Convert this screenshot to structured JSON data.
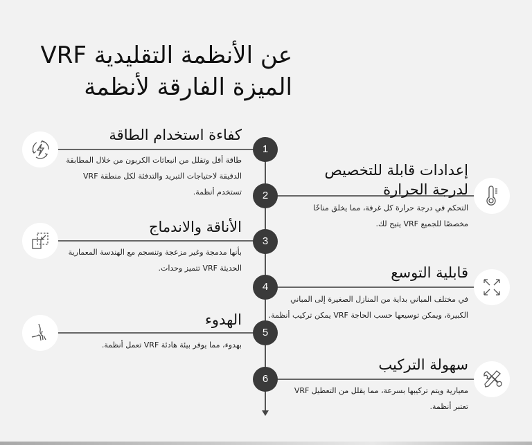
{
  "title": {
    "line1": "عن الأنظمة التقليدية VRF",
    "line2": "الميزة الفارقة لأنظمة"
  },
  "features": [
    {
      "number": "1",
      "side": "left",
      "icon": "energy-cycle-icon",
      "heading": "كفاءة استخدام الطاقة",
      "body": [
        "طاقة أقل وتقلل من انبعاثات الكربون من خلال المطابقة",
        "الدقيقة لاحتياجات التبريد والتدفئة لكل منطقة VRF",
        "تستخدم أنظمة."
      ]
    },
    {
      "number": "2",
      "side": "right",
      "icon": "thermometer-icon",
      "heading_lines": [
        "إعدادات قابلة للتخصيص",
        "لدرجة الحرارة"
      ],
      "body": [
        "التحكم في درجة حرارة كل غرفة، مما يخلق مناخًا",
        "مخصصًا للجميع VRF يتيح لك."
      ]
    },
    {
      "number": "3",
      "side": "left",
      "icon": "compact-resize-icon",
      "heading": "الأناقة والاندماج",
      "body": [
        "بأنها مدمجة وغير مزعجة وتنسجم مع الهندسة المعمارية",
        "الحديثة VRF تتميز وحدات."
      ]
    },
    {
      "number": "4",
      "side": "right",
      "icon": "expand-arrows-icon",
      "heading": "قابلية التوسع",
      "body": [
        "في مختلف المباني بداية من المنازل الصغيرة إلى المباني",
        "الكبيرة، ويمكن توسيعها حسب الحاجة VRF يمكن تركيب أنظمة."
      ]
    },
    {
      "number": "5",
      "side": "left",
      "icon": "quiet-finger-icon",
      "heading": "الهدوء",
      "body": [
        "بهدوء، مما يوفر بيئة هادئة VRF تعمل أنظمة."
      ]
    },
    {
      "number": "6",
      "side": "right",
      "icon": "tools-icon",
      "heading": "سهولة التركيب",
      "body": [
        "معيارية ويتم تركيبها بسرعة، مما يقلل من التعطيل VRF",
        "تعتبر أنظمة."
      ]
    }
  ],
  "colors": {
    "background": "#f2f2f2",
    "number_circle": "#3a3a3a",
    "icon_circle": "#ffffff",
    "line": "#666666"
  }
}
